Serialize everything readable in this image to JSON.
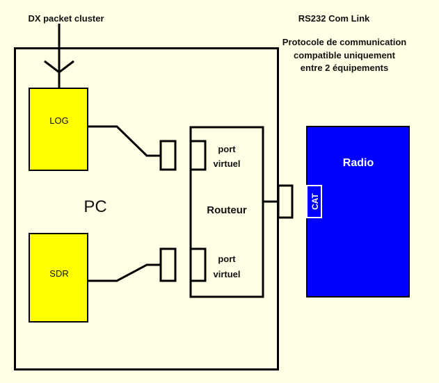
{
  "labels": {
    "dx_cluster": "DX packet cluster",
    "rs232_link": "RS232 Com Link",
    "protocol_line1": "Protocole de communication",
    "protocol_line2": "compatible uniquement",
    "protocol_line3": "entre 2 équipements",
    "pc": "PC",
    "log": "LOG",
    "sdr": "SDR",
    "router": "Routeur",
    "virtual_port_top_line1": "port",
    "virtual_port_top_line2": "virtuel",
    "virtual_port_bottom_line1": "port",
    "virtual_port_bottom_line2": "virtuel",
    "radio": "Radio",
    "cat": "CAT"
  },
  "colors": {
    "background": "#ffffe6",
    "software_box": "#ffff00",
    "radio_box": "#0000ff",
    "line": "#000000",
    "radio_text": "#ffffff"
  }
}
